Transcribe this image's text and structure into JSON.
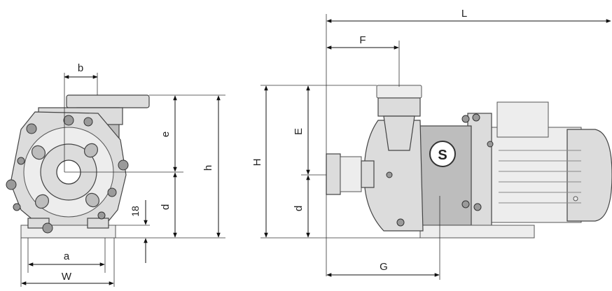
{
  "dimension_labels": {
    "front": {
      "b": "b",
      "e": "e",
      "h": "h",
      "d": "d",
      "eighteen": "18",
      "a": "a",
      "W": "W"
    },
    "side": {
      "L": "L",
      "F": "F",
      "E": "E",
      "H": "H",
      "d": "d",
      "G": "G"
    }
  },
  "colors": {
    "line": "#111111",
    "body": "#dcdcdc",
    "shadow": "#bdbdbd"
  }
}
